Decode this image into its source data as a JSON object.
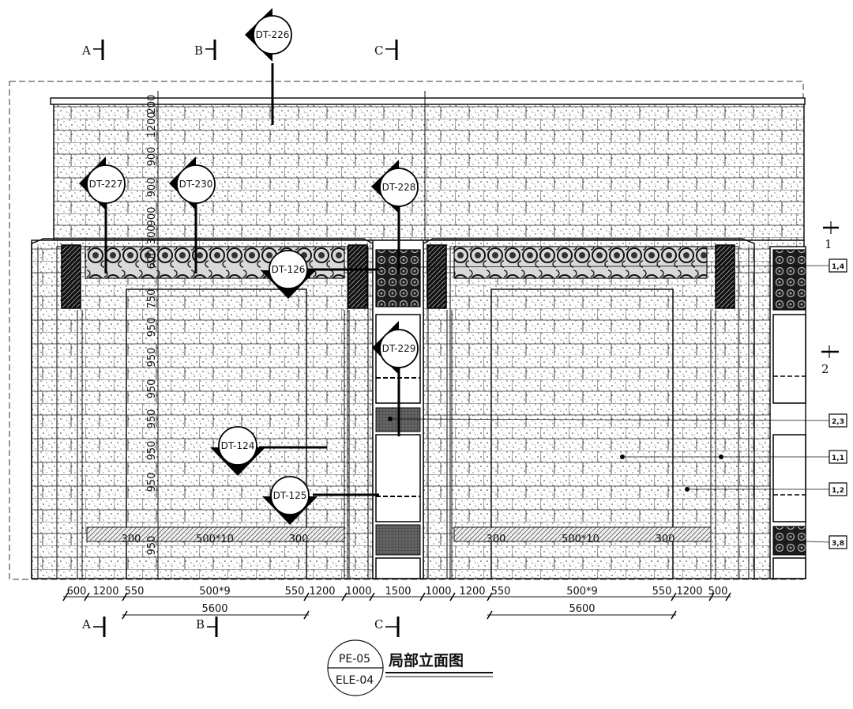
{
  "drawing": {
    "title": "局部立面图",
    "sheet_code": "PE-05",
    "drawing_code": "ELE-04"
  },
  "section_marks_top": [
    "A",
    "B",
    "C"
  ],
  "section_marks_bottom": [
    "A",
    "B",
    "C"
  ],
  "section_marks_right": [
    "1",
    "2"
  ],
  "detail_callouts": [
    "DT-226",
    "DT-227",
    "DT-230",
    "DT-228",
    "DT-126",
    "DT-229",
    "DT-124",
    "DT-125"
  ],
  "material_tags": [
    "1,4",
    "2,3",
    "1,1",
    "1,2",
    "3,8"
  ],
  "horizontal_dims": [
    "600",
    "1200",
    "550",
    "500*9",
    "550",
    "1200",
    "1000",
    "1500",
    "1000",
    "1200",
    "550",
    "500*9",
    "550",
    "1200",
    "500"
  ],
  "overall_dims": [
    "5600",
    "5600"
  ],
  "vertical_dims": [
    "200",
    "1200",
    "900",
    "900",
    "900",
    "300",
    "600",
    "750",
    "950",
    "950",
    "950",
    "950",
    "950",
    "950",
    "950"
  ],
  "base_band_labels": [
    "300",
    "500*10",
    "300",
    "300",
    "500*10",
    "300"
  ]
}
